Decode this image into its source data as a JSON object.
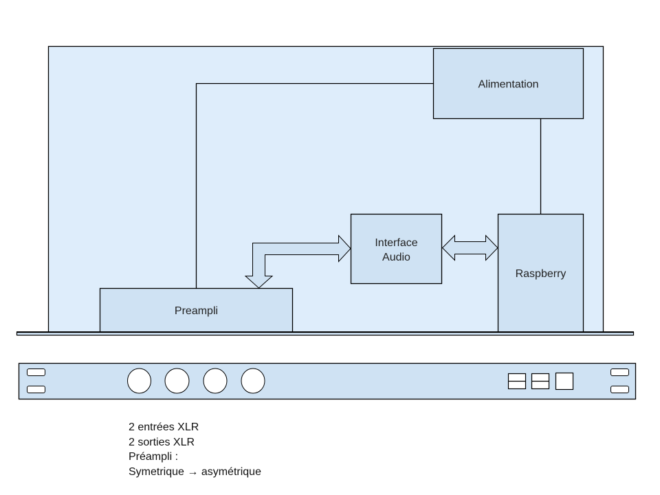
{
  "colors": {
    "enclosure_fill": "#deedfb",
    "box_fill": "#cfe2f3",
    "panel_fill": "#cfe2f3",
    "connector_fill": "#ffffff",
    "stroke": "#000000"
  },
  "diagram": {
    "enclosure": {
      "name": "rack-enclosure-top-view"
    },
    "boxes": {
      "alimentation": {
        "label": "Alimentation"
      },
      "interface_audio": {
        "label_line1": "Interface",
        "label_line2": "Audio"
      },
      "raspberry": {
        "label": "Raspberry"
      },
      "preampli": {
        "label": "Preampli"
      }
    },
    "connections": [
      {
        "from": "Alimentation",
        "to": "Preampli",
        "type": "line"
      },
      {
        "from": "Alimentation",
        "to": "Raspberry",
        "type": "line"
      },
      {
        "from": "Preampli",
        "to": "Interface Audio",
        "type": "bidirectional-bent-arrow"
      },
      {
        "from": "Interface Audio",
        "to": "Raspberry",
        "type": "double-arrow"
      }
    ]
  },
  "front_panel": {
    "xlr_connectors": 4,
    "rack_ears_slots_per_side": 2,
    "rear_ports": [
      "split-port",
      "split-port",
      "square-port"
    ]
  },
  "notes": {
    "lines": [
      "2 entrées XLR",
      "2 sorties XLR",
      "Préampli :",
      "Symetrique → asymétrique"
    ]
  }
}
